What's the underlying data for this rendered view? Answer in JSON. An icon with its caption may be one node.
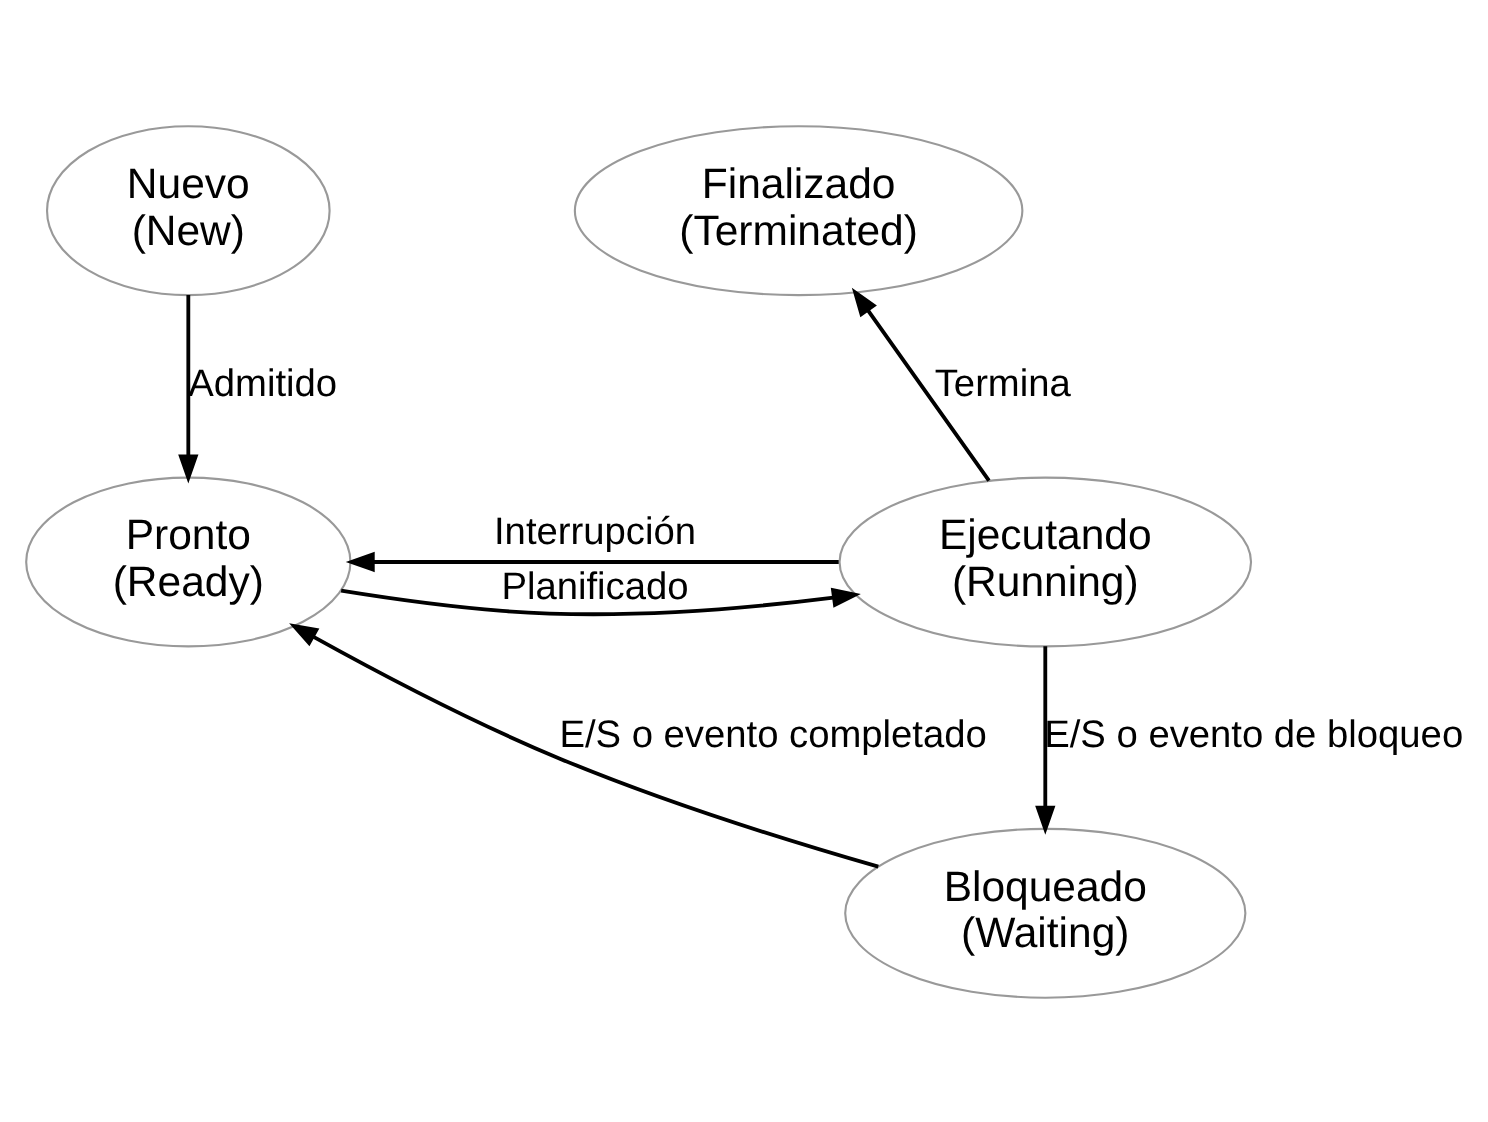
{
  "diagram": {
    "nodes": [
      {
        "text": [
          "Nuevo",
          "(New)"
        ]
      },
      {
        "text": [
          "Finalizado",
          "(Terminated)"
        ]
      },
      {
        "text": [
          "Pronto",
          "(Ready)"
        ]
      },
      {
        "text": [
          "Ejecutando",
          "(Running)"
        ]
      },
      {
        "text": [
          "Bloqueado",
          "(Waiting)"
        ]
      }
    ],
    "edges": [
      {
        "from": 0,
        "to": 2,
        "arrow": "to",
        "label": "Admitido"
      },
      {
        "from": 3,
        "to": 1,
        "arrow": "to",
        "label": "Termina"
      },
      {
        "from": 3,
        "to": 2,
        "arrow": "to",
        "label": "Interrupción"
      },
      {
        "from": 2,
        "to": 3,
        "arrow": "to",
        "label": "Planificado"
      },
      {
        "from": 3,
        "to": 4,
        "arrow": "to",
        "label": "E/S o evento de bloqueo"
      },
      {
        "from": 4,
        "to": 2,
        "arrow": "to",
        "label": "E/S o evento completado"
      }
    ]
  }
}
